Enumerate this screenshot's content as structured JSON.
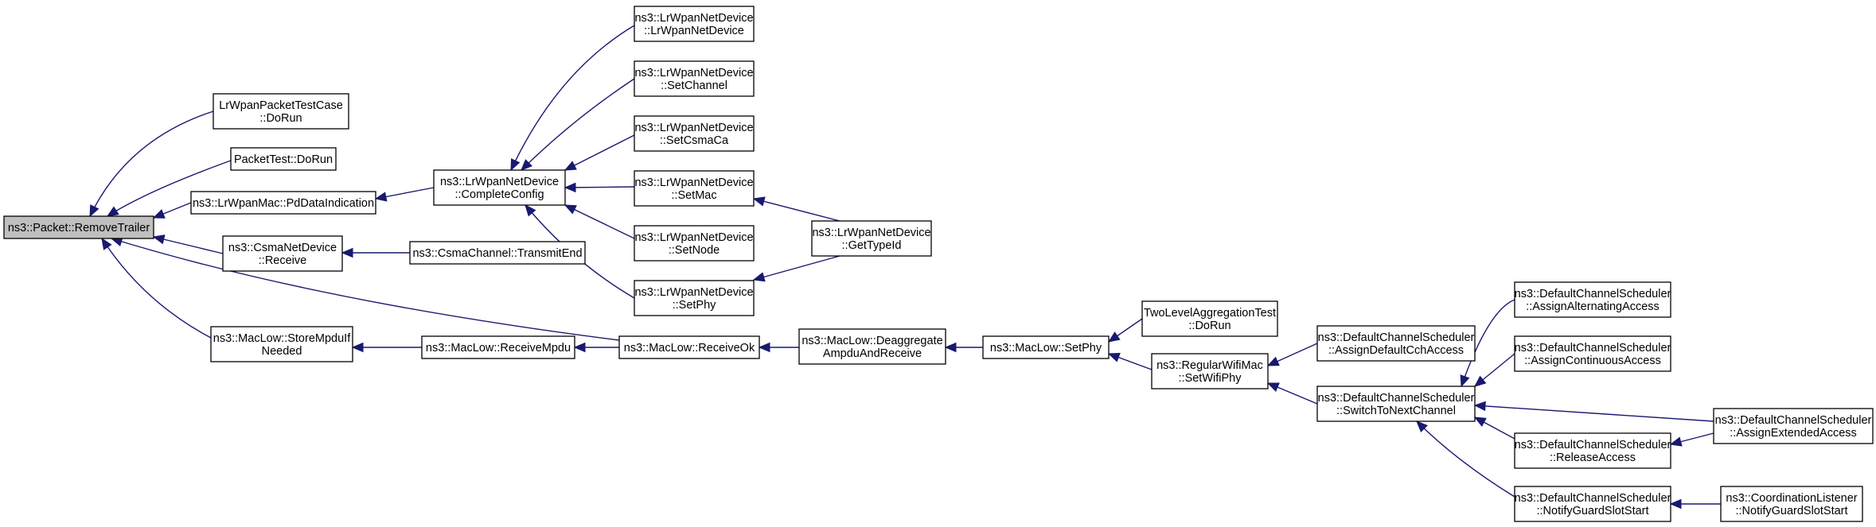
{
  "colors": {
    "edge": "#191970",
    "node_border": "#000000",
    "node_fill": "#ffffff",
    "root_fill": "#bfbfbf"
  },
  "nodes": [
    {
      "id": "n0",
      "lines": [
        "ns3::Packet::RemoveTrailer"
      ],
      "root": true
    },
    {
      "id": "n1",
      "lines": [
        "LrWpanPacketTestCase",
        "::DoRun"
      ]
    },
    {
      "id": "n2",
      "lines": [
        "PacketTest::DoRun"
      ]
    },
    {
      "id": "n3",
      "lines": [
        "ns3::LrWpanMac::PdDataIndication"
      ]
    },
    {
      "id": "n4",
      "lines": [
        "ns3::CsmaNetDevice",
        "::Receive"
      ]
    },
    {
      "id": "n5",
      "lines": [
        "ns3::MacLow::StoreMpduIf",
        "Needed"
      ]
    },
    {
      "id": "n6",
      "lines": [
        "ns3::LrWpanNetDevice",
        "::CompleteConfig"
      ]
    },
    {
      "id": "n7",
      "lines": [
        "ns3::CsmaChannel::TransmitEnd"
      ]
    },
    {
      "id": "n8",
      "lines": [
        "ns3::MacLow::ReceiveMpdu"
      ]
    },
    {
      "id": "n9",
      "lines": [
        "ns3::LrWpanNetDevice",
        "::LrWpanNetDevice"
      ]
    },
    {
      "id": "n10",
      "lines": [
        "ns3::LrWpanNetDevice",
        "::SetChannel"
      ]
    },
    {
      "id": "n11",
      "lines": [
        "ns3::LrWpanNetDevice",
        "::SetCsmaCa"
      ]
    },
    {
      "id": "n12",
      "lines": [
        "ns3::LrWpanNetDevice",
        "::SetMac"
      ]
    },
    {
      "id": "n13",
      "lines": [
        "ns3::LrWpanNetDevice",
        "::SetNode"
      ]
    },
    {
      "id": "n14",
      "lines": [
        "ns3::LrWpanNetDevice",
        "::SetPhy"
      ]
    },
    {
      "id": "n15",
      "lines": [
        "ns3::MacLow::ReceiveOk"
      ]
    },
    {
      "id": "n16",
      "lines": [
        "ns3::LrWpanNetDevice",
        "::GetTypeId"
      ]
    },
    {
      "id": "n17",
      "lines": [
        "ns3::MacLow::Deaggregate",
        "AmpduAndReceive"
      ]
    },
    {
      "id": "n18",
      "lines": [
        "ns3::MacLow::SetPhy"
      ]
    },
    {
      "id": "n19",
      "lines": [
        "TwoLevelAggregationTest",
        "::DoRun"
      ]
    },
    {
      "id": "n20",
      "lines": [
        "ns3::RegularWifiMac",
        "::SetWifiPhy"
      ]
    },
    {
      "id": "n21",
      "lines": [
        "ns3::DefaultChannelScheduler",
        "::AssignDefaultCchAccess"
      ]
    },
    {
      "id": "n22",
      "lines": [
        "ns3::DefaultChannelScheduler",
        "::SwitchToNextChannel"
      ]
    },
    {
      "id": "n23",
      "lines": [
        "ns3::DefaultChannelScheduler",
        "::AssignAlternatingAccess"
      ]
    },
    {
      "id": "n24",
      "lines": [
        "ns3::DefaultChannelScheduler",
        "::AssignContinuousAccess"
      ]
    },
    {
      "id": "n25",
      "lines": [
        "ns3::DefaultChannelScheduler",
        "::ReleaseAccess"
      ]
    },
    {
      "id": "n26",
      "lines": [
        "ns3::DefaultChannelScheduler",
        "::NotifyGuardSlotStart"
      ]
    },
    {
      "id": "n27",
      "lines": [
        "ns3::DefaultChannelScheduler",
        "::AssignExtendedAccess"
      ]
    },
    {
      "id": "n28",
      "lines": [
        "ns3::CoordinationListener",
        "::NotifyGuardSlotStart"
      ]
    }
  ],
  "edges": [
    {
      "from": "n1",
      "to": "n0"
    },
    {
      "from": "n2",
      "to": "n0"
    },
    {
      "from": "n3",
      "to": "n0"
    },
    {
      "from": "n4",
      "to": "n0"
    },
    {
      "from": "n5",
      "to": "n0"
    },
    {
      "from": "n15",
      "to": "n0"
    },
    {
      "from": "n6",
      "to": "n3"
    },
    {
      "from": "n7",
      "to": "n4"
    },
    {
      "from": "n8",
      "to": "n5"
    },
    {
      "from": "n9",
      "to": "n6"
    },
    {
      "from": "n10",
      "to": "n6"
    },
    {
      "from": "n11",
      "to": "n6"
    },
    {
      "from": "n12",
      "to": "n6"
    },
    {
      "from": "n13",
      "to": "n6"
    },
    {
      "from": "n14",
      "to": "n6"
    },
    {
      "from": "n16",
      "to": "n12"
    },
    {
      "from": "n16",
      "to": "n14"
    },
    {
      "from": "n15",
      "to": "n8"
    },
    {
      "from": "n17",
      "to": "n15"
    },
    {
      "from": "n18",
      "to": "n17"
    },
    {
      "from": "n19",
      "to": "n18"
    },
    {
      "from": "n20",
      "to": "n18"
    },
    {
      "from": "n21",
      "to": "n20"
    },
    {
      "from": "n22",
      "to": "n20"
    },
    {
      "from": "n23",
      "to": "n22"
    },
    {
      "from": "n24",
      "to": "n22"
    },
    {
      "from": "n25",
      "to": "n22"
    },
    {
      "from": "n26",
      "to": "n22"
    },
    {
      "from": "n27",
      "to": "n22"
    },
    {
      "from": "n27",
      "to": "n25"
    },
    {
      "from": "n28",
      "to": "n26"
    }
  ]
}
